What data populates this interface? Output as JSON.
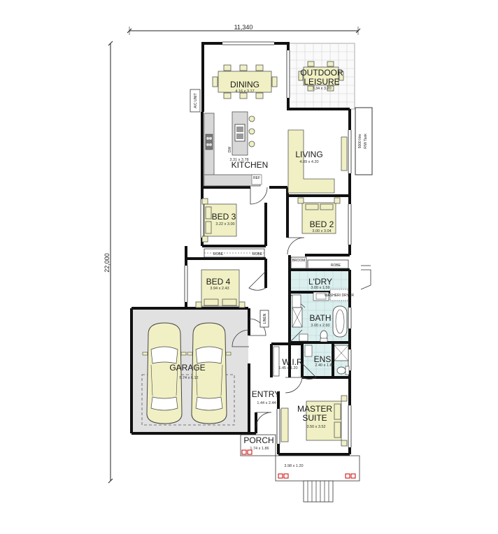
{
  "dimensions": {
    "width": "11,340",
    "depth": "22,000"
  },
  "rooms": {
    "dining": {
      "name": "DINING",
      "size": "4.16 x 3.17"
    },
    "outdoor": {
      "name_line1": "OUTDOOR",
      "name_line2": "LEISURE",
      "size": "3.34 x 3.20"
    },
    "kitchen": {
      "name": "KITCHEN",
      "size": "3.31 x 3.78"
    },
    "living": {
      "name": "LIVING",
      "size": "4.09 x 4.20"
    },
    "bed3": {
      "name": "BED 3",
      "size": "3.22 x 3.00"
    },
    "bed2": {
      "name": "BED 2",
      "size": "3.00 x 3.04"
    },
    "bed4": {
      "name": "BED 4",
      "size": "3.94 x 2.43"
    },
    "laundry": {
      "name": "L'DRY",
      "size": "3.00 x 1.59"
    },
    "bath": {
      "name": "BATH",
      "size": "3.00 x 2.60"
    },
    "garage": {
      "name": "GARAGE",
      "size": "5.74 x 6.12"
    },
    "wir": {
      "name": "W.I.R",
      "size": "1.45 x 1.20"
    },
    "ens": {
      "name": "ENS",
      "size": "2.40 x 1.80"
    },
    "entry": {
      "name": "ENTRY",
      "size": "1.44 x 2.44"
    },
    "master": {
      "name_line1": "MASTER",
      "name_line2": "SUITE",
      "size": "3.50 x 3.52"
    },
    "porch": {
      "name": "PORCH",
      "size": "1.74 x 1.86"
    },
    "front": {
      "size": "3.98 x 1.20"
    }
  },
  "labels": {
    "ac_unit": "A/C UNIT",
    "tank_line1": "5000 litre",
    "tank_line2": "R/W Tank",
    "dw": "DW",
    "ref": "REF",
    "robe": "ROBE",
    "broom": "BROOM",
    "linen": "LINEN",
    "washer": "WASHER/ DRYER"
  }
}
